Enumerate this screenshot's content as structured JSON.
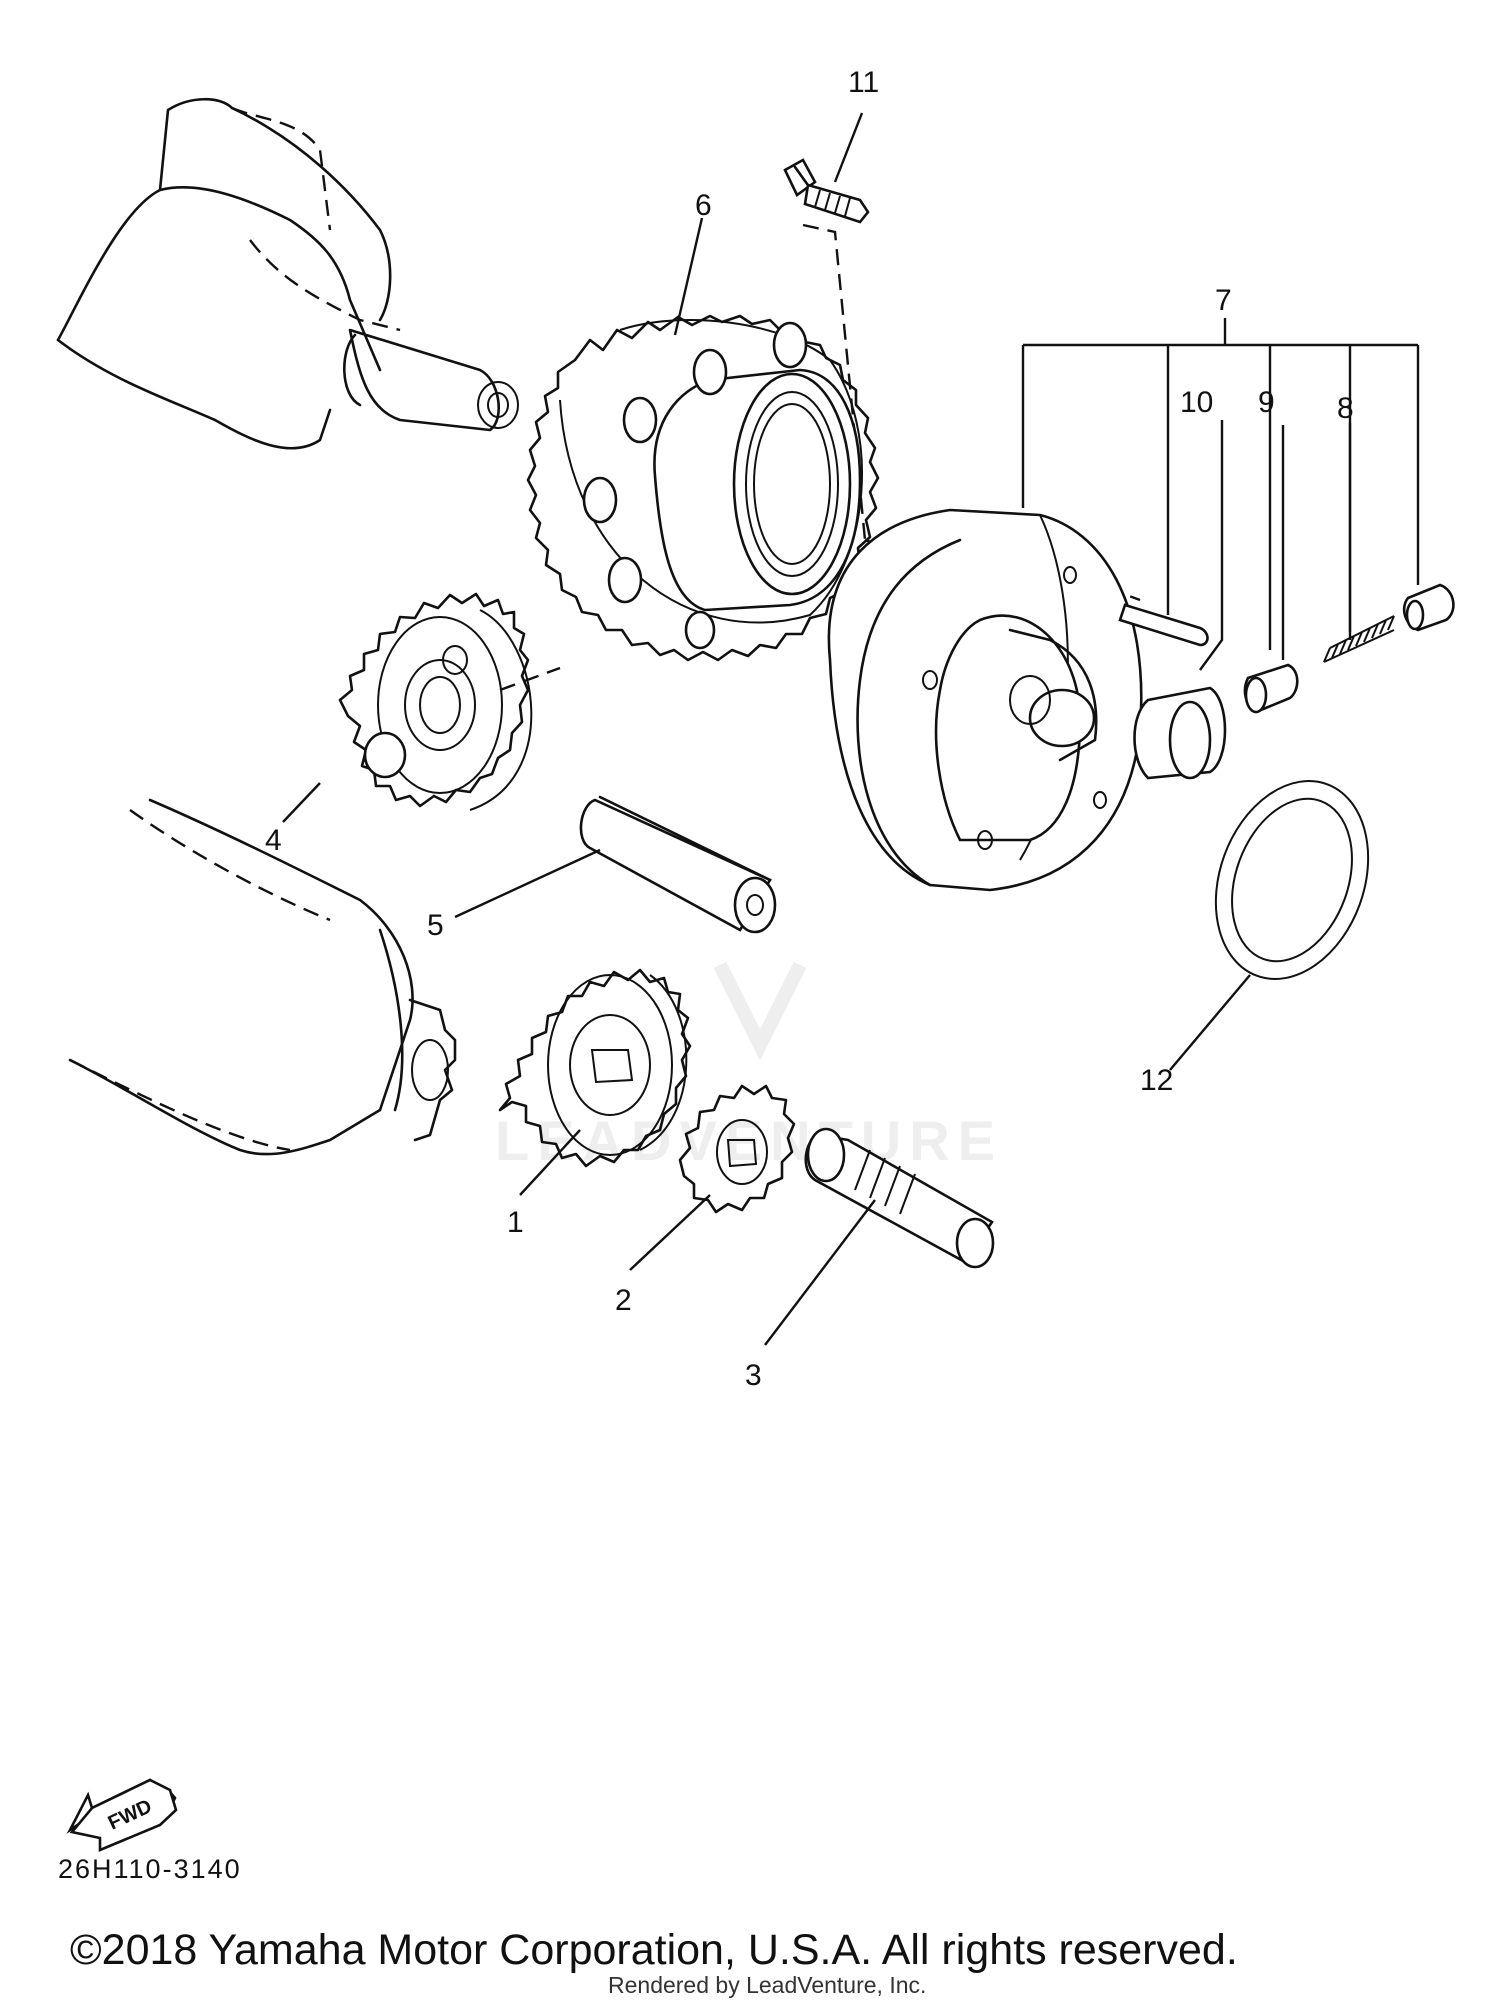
{
  "diagram": {
    "callouts": [
      "1",
      "2",
      "3",
      "4",
      "5",
      "6",
      "7",
      "8",
      "9",
      "10",
      "11",
      "12"
    ],
    "direction_label": "FWD",
    "watermark": "LEADVENTURE",
    "diagram_code": "26H110-3140"
  },
  "footer": {
    "copyright": "©2018 Yamaha Motor Corporation, U.S.A. All rights reserved.",
    "rendered_by": "Rendered by LeadVenture, Inc."
  }
}
